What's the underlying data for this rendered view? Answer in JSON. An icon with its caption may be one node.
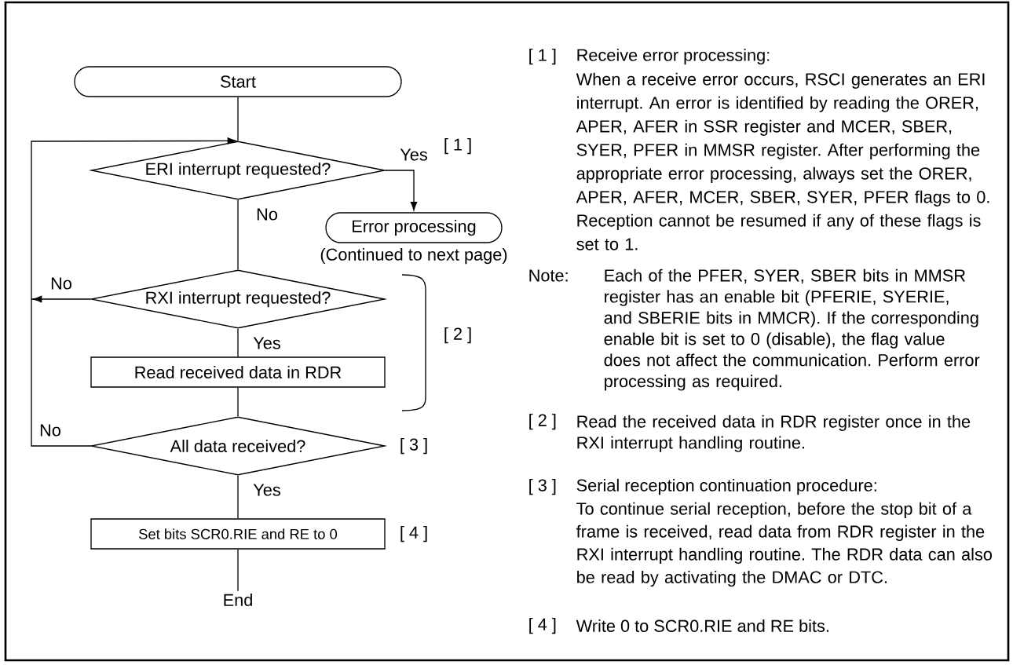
{
  "diagram": {
    "nodes": [
      {
        "text": [
          "Start"
        ]
      },
      {
        "text": [
          "ERI interrupt requested?"
        ]
      },
      {
        "text": [
          "Error processing"
        ],
        "beside": [
          "(Continued to next page)"
        ]
      },
      {
        "text": [
          "RXI interrupt requested?"
        ]
      },
      {
        "text": [
          "Read received data in RDR"
        ]
      },
      {
        "text": [
          "All data received?"
        ]
      },
      {
        "text": [
          "Set bits SCR0.RIE and RE to 0"
        ]
      },
      {
        "text": [
          "End"
        ]
      }
    ],
    "edges": [
      {
        "from": 0,
        "to": 1,
        "arrow": "none"
      },
      {
        "from": 1,
        "to": 2,
        "arrow": "to",
        "label": "Yes"
      },
      {
        "from": 1,
        "to": 3,
        "arrow": "none",
        "label": "No"
      },
      {
        "from": 3,
        "to": 1,
        "arrow": "to",
        "label": "No"
      },
      {
        "from": 3,
        "to": 4,
        "arrow": "none",
        "label": "Yes"
      },
      {
        "from": 4,
        "to": 5,
        "arrow": "none"
      },
      {
        "from": 5,
        "to": 1,
        "arrow": "to",
        "label": "No"
      },
      {
        "from": 5,
        "to": 6,
        "arrow": "none",
        "label": "Yes"
      },
      {
        "from": 6,
        "to": 7,
        "arrow": "none"
      }
    ],
    "labels": [
      "[ 1 ]",
      "[ 2 ]",
      "[ 3 ]",
      "[ 4 ]",
      "[ 1 ]",
      "Receive error processing:",
      "When a receive error occurs, RSCI generates an ERI interrupt. An error is identified by reading the ORER, APER, AFER in SSR register and MCER, SBER, SYER, PFER in MMSR register. After performing the appropriate error processing, always set the ORER, APER, AFER, MCER, SBER, SYER, PFER flags to 0. Reception cannot be resumed if any of these flags is set to 1.",
      "Note:",
      "Each of the PFER, SYER, SBER bits in MMSR register has an enable bit (PFERIE, SYERIE, and SBERIE bits in MMCR). If the corresponding enable bit is set to 0 (disable), the flag value does not affect the communication. Perform error processing as required.",
      "[ 2 ]",
      "Read the received data in RDR register once in the RXI interrupt handling routine.",
      "[ 3 ]",
      "Serial reception continuation procedure:",
      "To continue serial reception, before the stop bit of a frame is received, read data from RDR register in the RXI interrupt handling routine. The RDR data can also be read by activating the DMAC or DTC.",
      "[ 4 ]",
      "Write 0 to SCR0.RIE and RE bits."
    ]
  }
}
